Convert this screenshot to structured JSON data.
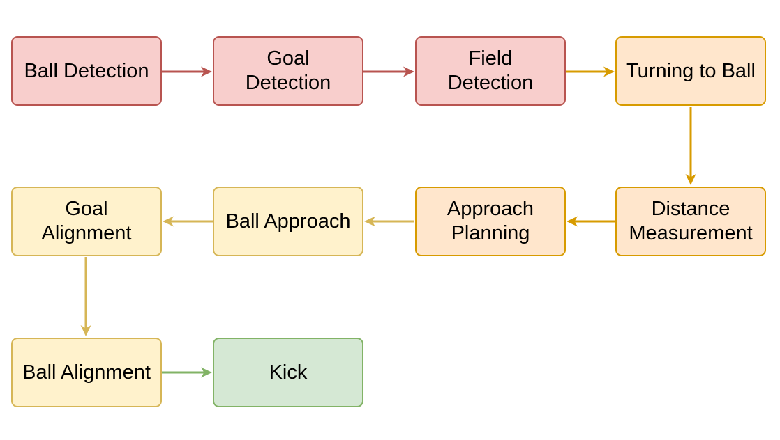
{
  "diagram": {
    "type": "flowchart",
    "background": "#FFFFFF",
    "nodes": [
      {
        "id": "ball-detection",
        "label": "Ball Detection",
        "style": "red",
        "col": 1,
        "row": 1
      },
      {
        "id": "goal-detection",
        "label": "Goal\nDetection",
        "style": "red",
        "col": 2,
        "row": 1
      },
      {
        "id": "field-detection",
        "label": "Field\nDetection",
        "style": "red",
        "col": 3,
        "row": 1
      },
      {
        "id": "turning-to-ball",
        "label": "Turning to Ball",
        "style": "orange",
        "col": 4,
        "row": 1
      },
      {
        "id": "goal-alignment",
        "label": "Goal\nAlignment",
        "style": "yellow",
        "col": 1,
        "row": 2
      },
      {
        "id": "ball-approach",
        "label": "Ball Approach",
        "style": "yellow",
        "col": 2,
        "row": 2
      },
      {
        "id": "approach-planning",
        "label": "Approach\nPlanning",
        "style": "orange",
        "col": 3,
        "row": 2
      },
      {
        "id": "distance-measurement",
        "label": "Distance\nMeasurement",
        "style": "orange",
        "col": 4,
        "row": 2
      },
      {
        "id": "ball-alignment",
        "label": "Ball Alignment",
        "style": "yellow",
        "col": 1,
        "row": 3
      },
      {
        "id": "kick",
        "label": "Kick",
        "style": "green",
        "col": 2,
        "row": 3
      }
    ],
    "edges": [
      {
        "from": "ball-detection",
        "to": "goal-detection",
        "color": "#B85450",
        "direction": "right"
      },
      {
        "from": "goal-detection",
        "to": "field-detection",
        "color": "#B85450",
        "direction": "right"
      },
      {
        "from": "field-detection",
        "to": "turning-to-ball",
        "color": "#D79B00",
        "direction": "right"
      },
      {
        "from": "turning-to-ball",
        "to": "distance-measurement",
        "color": "#D79B00",
        "direction": "down"
      },
      {
        "from": "distance-measurement",
        "to": "approach-planning",
        "color": "#D79B00",
        "direction": "left"
      },
      {
        "from": "approach-planning",
        "to": "ball-approach",
        "color": "#D6B656",
        "direction": "left"
      },
      {
        "from": "ball-approach",
        "to": "goal-alignment",
        "color": "#D6B656",
        "direction": "left"
      },
      {
        "from": "goal-alignment",
        "to": "ball-alignment",
        "color": "#D6B656",
        "direction": "down"
      },
      {
        "from": "ball-alignment",
        "to": "kick",
        "color": "#82B366",
        "direction": "right"
      }
    ],
    "palette": {
      "node_red_fill": "#F8CECC",
      "node_red_border": "#B85450",
      "node_orange_fill": "#FFE6CC",
      "node_orange_border": "#D79B00",
      "node_yellow_fill": "#FFF2CC",
      "node_yellow_border": "#D6B656",
      "node_green_fill": "#D5E8D4",
      "node_green_border": "#82B366",
      "text_color": "#000000"
    }
  }
}
